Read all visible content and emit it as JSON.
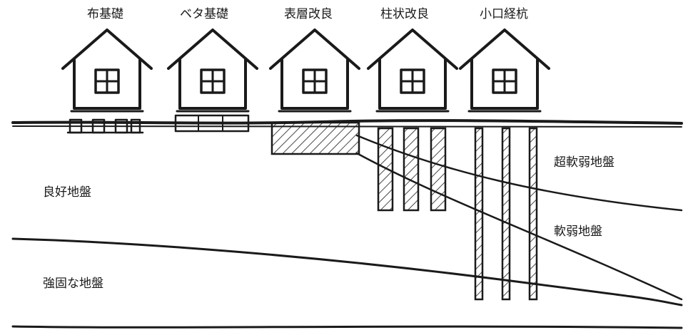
{
  "foundation_types": [
    {
      "label": "布基礎"
    },
    {
      "label": "ベタ基礎"
    },
    {
      "label": "表層改良"
    },
    {
      "label": "柱状改良"
    },
    {
      "label": "小口経杭"
    }
  ],
  "ground_layers": {
    "good_ground": "良好地盤",
    "firm_ground": "強固な地盤",
    "very_soft_ground": "超軟弱地盤",
    "soft_ground": "軟弱地盤"
  }
}
